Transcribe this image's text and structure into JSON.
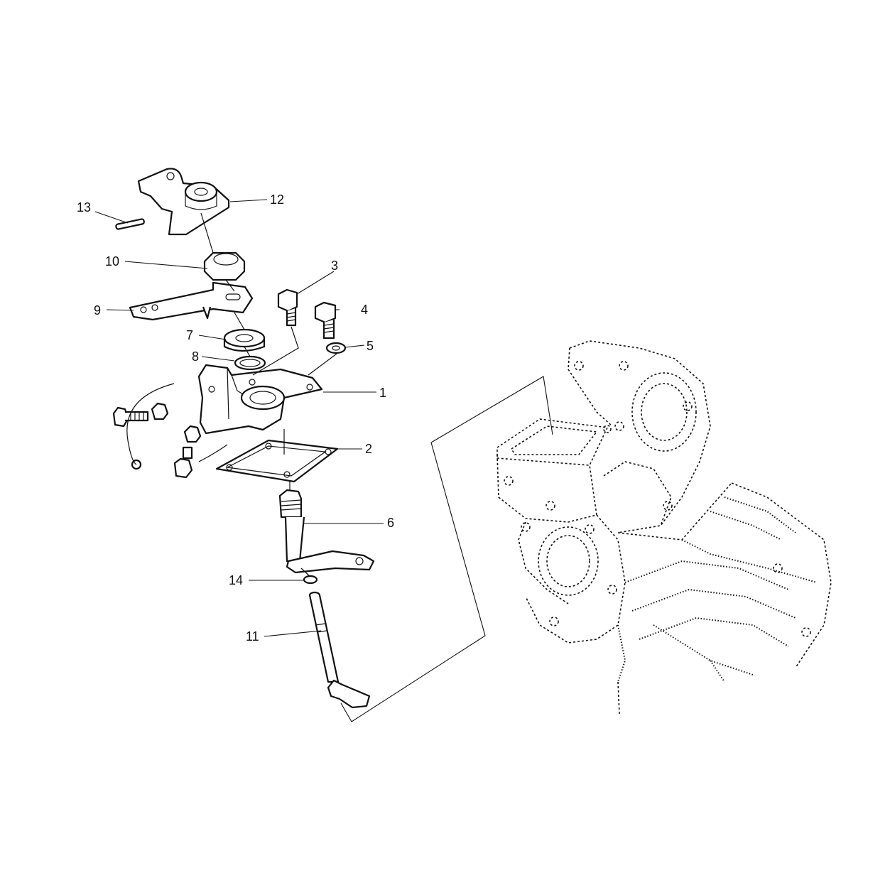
{
  "callouts": [
    {
      "id": "1",
      "text": "1"
    },
    {
      "id": "2",
      "text": "2"
    },
    {
      "id": "3",
      "text": "3"
    },
    {
      "id": "4",
      "text": "4"
    },
    {
      "id": "5",
      "text": "5"
    },
    {
      "id": "6",
      "text": "6"
    },
    {
      "id": "7",
      "text": "7"
    },
    {
      "id": "8",
      "text": "8"
    },
    {
      "id": "9",
      "text": "9"
    },
    {
      "id": "10",
      "text": "10"
    },
    {
      "id": "11",
      "text": "11"
    },
    {
      "id": "12",
      "text": "12"
    },
    {
      "id": "13",
      "text": "13"
    },
    {
      "id": "14",
      "text": "14"
    }
  ],
  "icons": [
    "housing-assembly-icon",
    "gearbox-housing-icon"
  ]
}
